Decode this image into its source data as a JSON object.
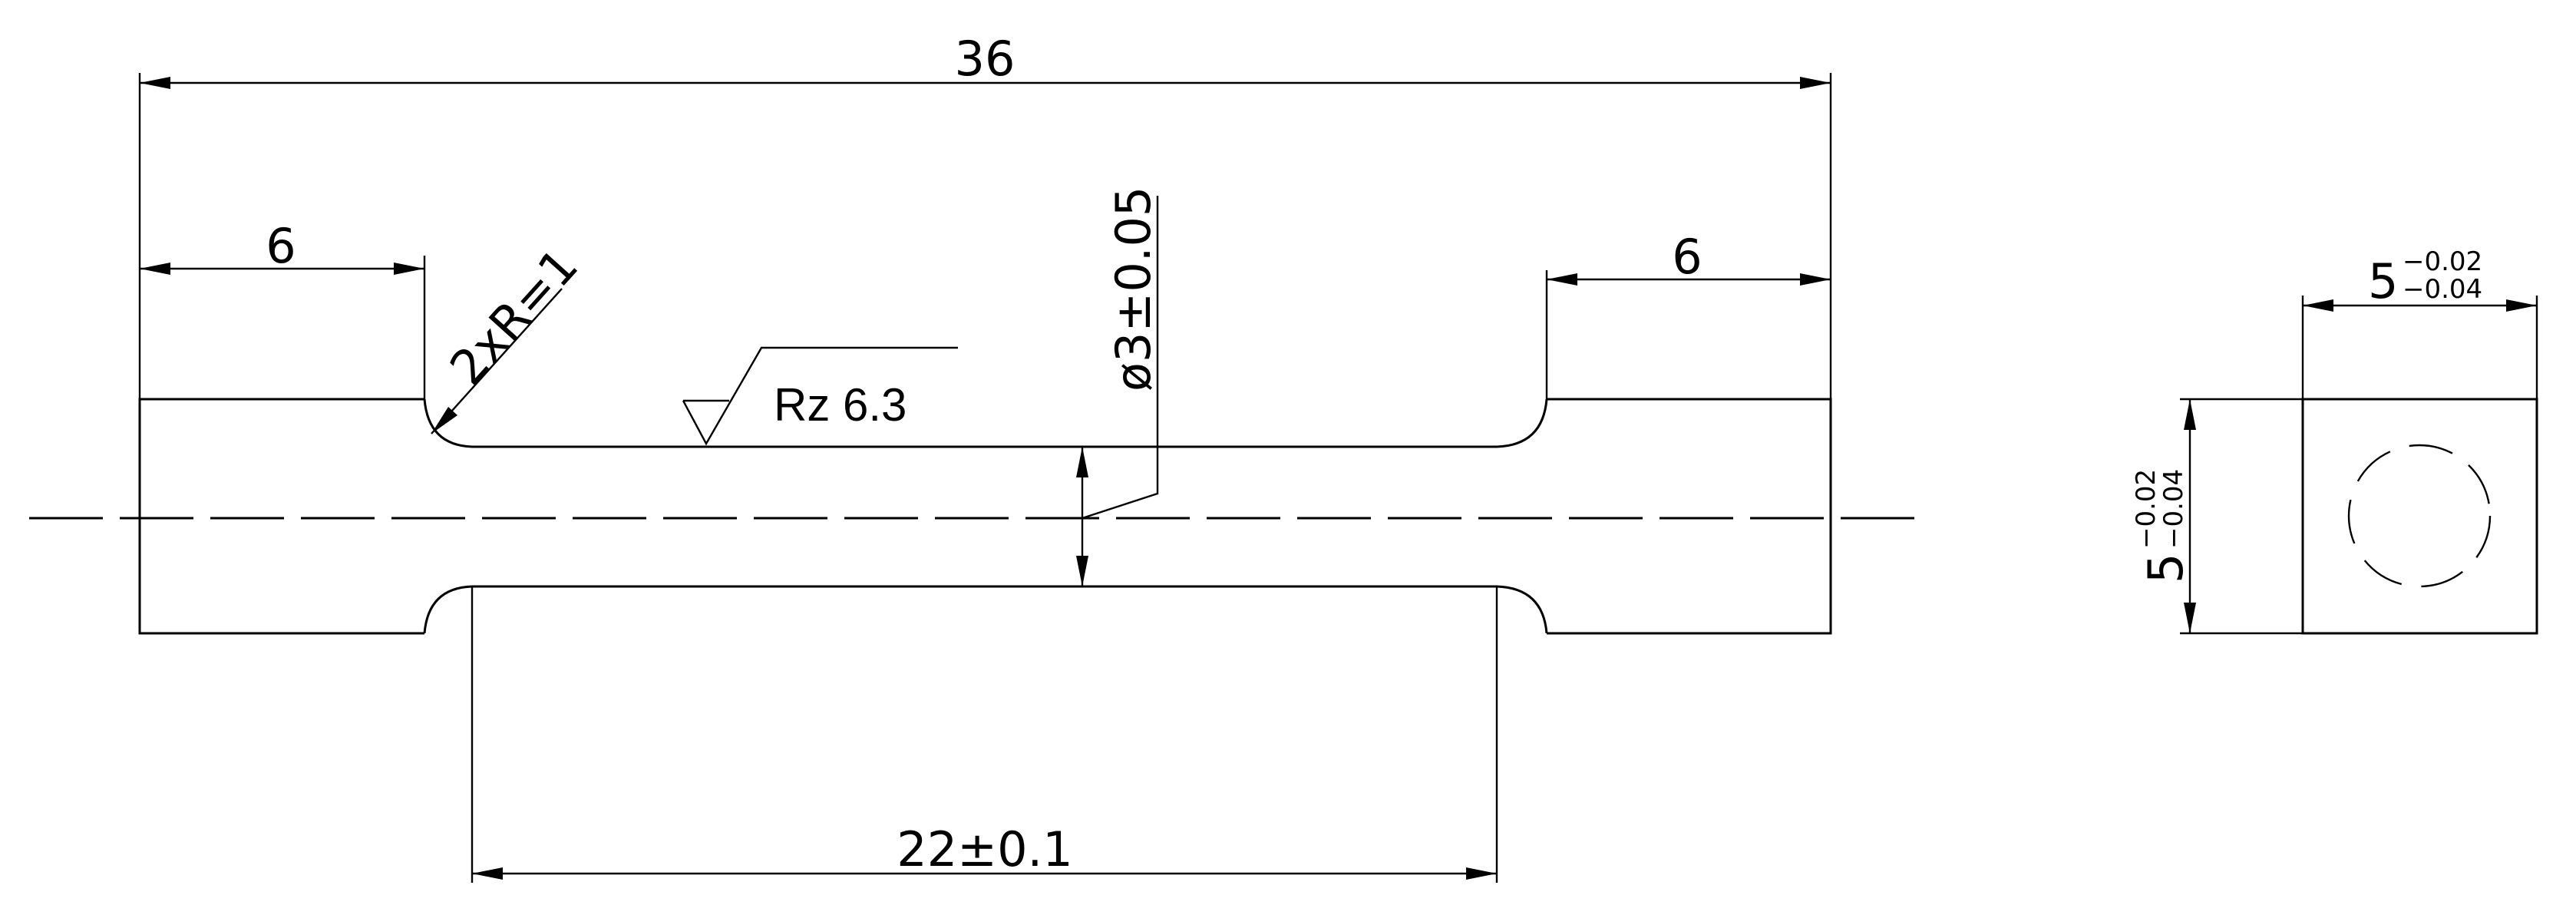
{
  "dimensions": {
    "overall_length": "36",
    "left_grip_length": "6",
    "right_grip_length": "6",
    "fillet_radius": "2xR=1",
    "gauge_diameter": "ø3±0.05",
    "gauge_length": "22±0.1",
    "section_width": {
      "nominal": "5",
      "upper": "−0.02",
      "lower": "−0.04"
    },
    "section_height": {
      "nominal": "5",
      "upper": "−0.02",
      "lower": "−0.04"
    }
  },
  "surface_finish": "Rz 6.3"
}
